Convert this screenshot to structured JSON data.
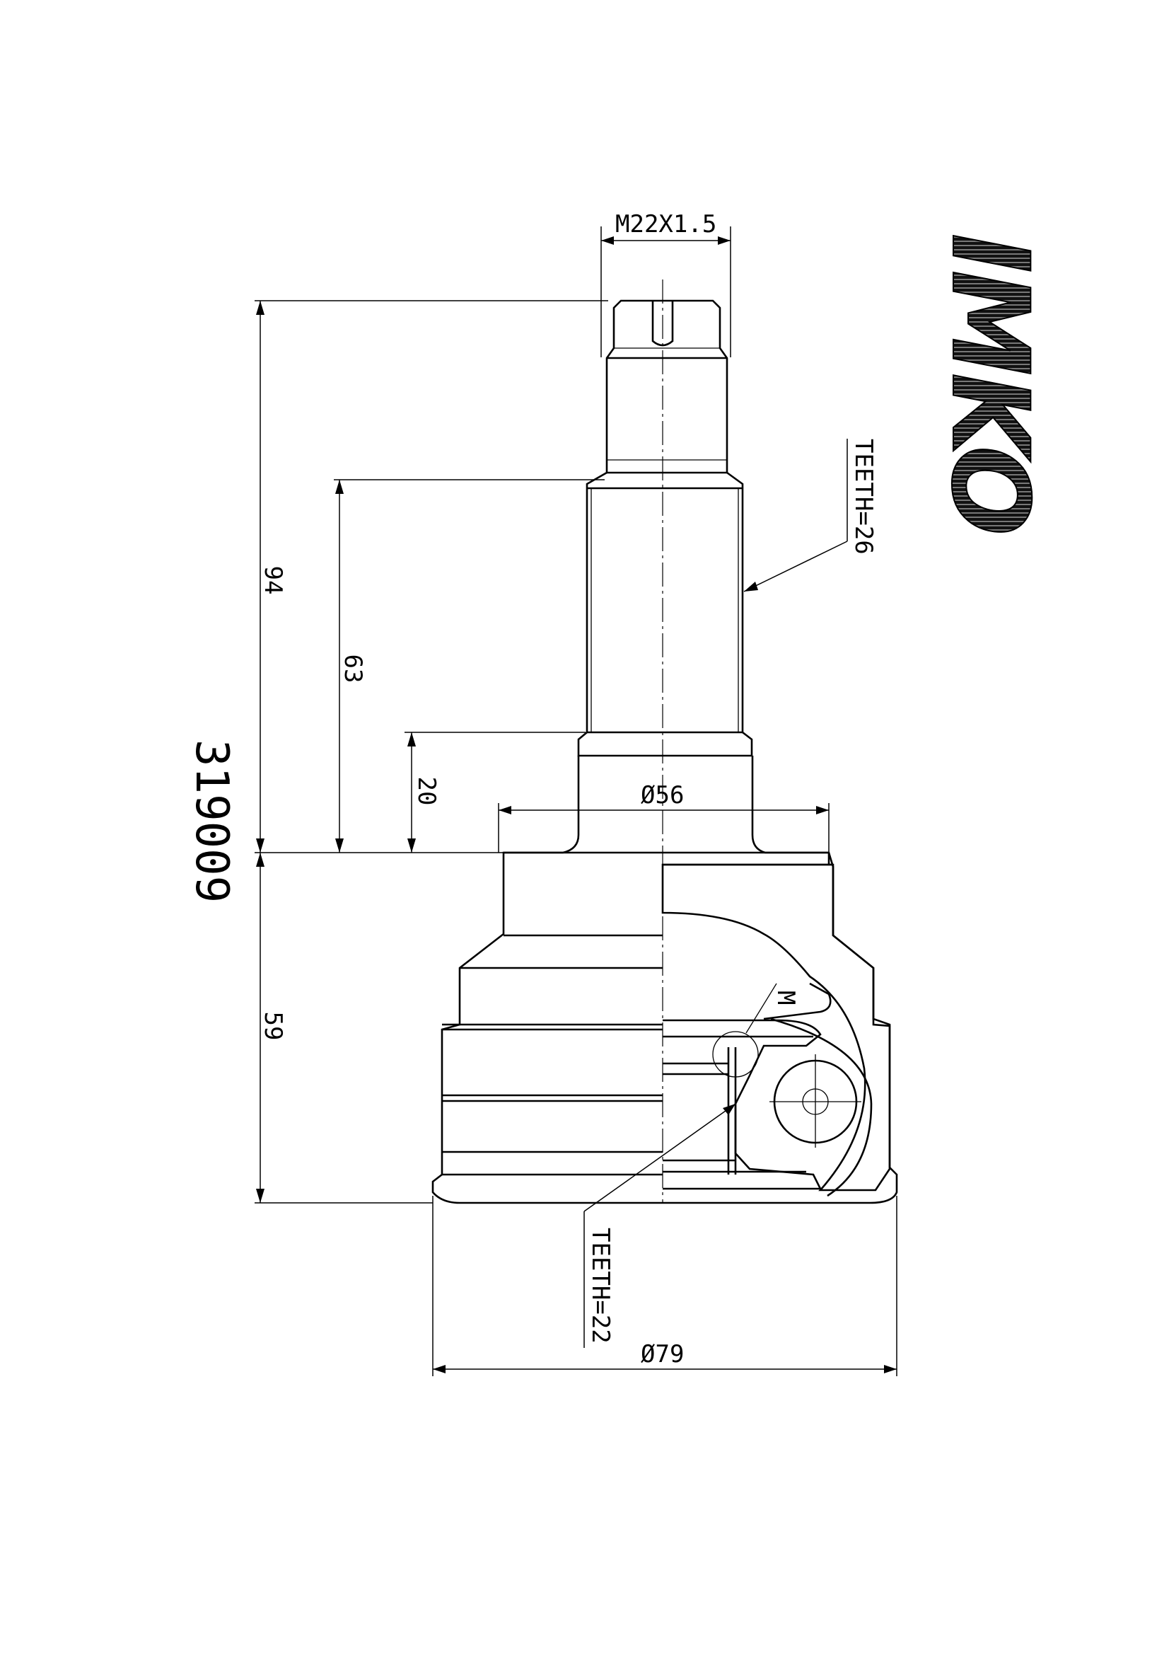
{
  "part_number": "319009",
  "brand_logo": "IMKO",
  "dimensions": {
    "thread": "M22X1.5",
    "teeth_outer": "TEETH=26",
    "teeth_inner": "TEETH=22",
    "overall_length": "94",
    "spline_length": "63",
    "neck_length": "20",
    "body_length": "59",
    "neck_diameter": "Ø56",
    "body_diameter": "Ø79",
    "detail_marker": "M"
  },
  "colors": {
    "line": "#000000",
    "background": "#ffffff"
  }
}
